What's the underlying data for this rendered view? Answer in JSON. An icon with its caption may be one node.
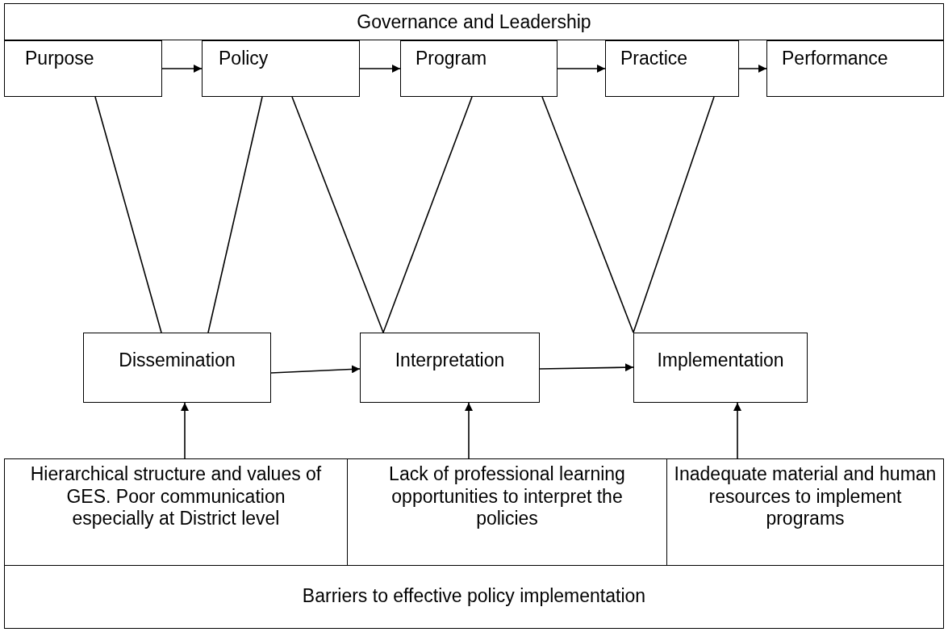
{
  "diagram": {
    "nodes": [
      {
        "text": [
          "Governance and Leadership"
        ]
      },
      {
        "text": [
          "Purpose"
        ]
      },
      {
        "text": [
          "Policy"
        ]
      },
      {
        "text": [
          "Program"
        ]
      },
      {
        "text": [
          "Practice"
        ]
      },
      {
        "text": [
          "Performance"
        ]
      },
      {
        "text": [
          "Dissemination"
        ]
      },
      {
        "text": [
          "Interpretation"
        ]
      },
      {
        "text": [
          "Implementation"
        ]
      },
      {
        "text": [
          "Hierarchical structure and values of GES. Poor communication especially at District level"
        ]
      },
      {
        "text": [
          "Lack of professional learning opportunities to interpret the policies"
        ]
      },
      {
        "text": [
          "Inadequate material and human resources to implement programs"
        ]
      },
      {
        "text": [
          "Barriers to effective policy implementation"
        ]
      }
    ],
    "edges": [
      {
        "from": 1,
        "to": 2,
        "arrow": "to"
      },
      {
        "from": 2,
        "to": 3,
        "arrow": "to"
      },
      {
        "from": 3,
        "to": 4,
        "arrow": "to"
      },
      {
        "from": 4,
        "to": 5,
        "arrow": "to"
      },
      {
        "from": 1,
        "to": 6,
        "arrow": "none"
      },
      {
        "from": 2,
        "to": 6,
        "arrow": "none"
      },
      {
        "from": 2,
        "to": 7,
        "arrow": "none"
      },
      {
        "from": 3,
        "to": 7,
        "arrow": "none"
      },
      {
        "from": 3,
        "to": 8,
        "arrow": "none"
      },
      {
        "from": 4,
        "to": 8,
        "arrow": "none"
      },
      {
        "from": 6,
        "to": 7,
        "arrow": "to"
      },
      {
        "from": 7,
        "to": 8,
        "arrow": "to"
      },
      {
        "from": 9,
        "to": 6,
        "arrow": "to"
      },
      {
        "from": 10,
        "to": 7,
        "arrow": "to"
      },
      {
        "from": 11,
        "to": 8,
        "arrow": "to"
      }
    ]
  }
}
